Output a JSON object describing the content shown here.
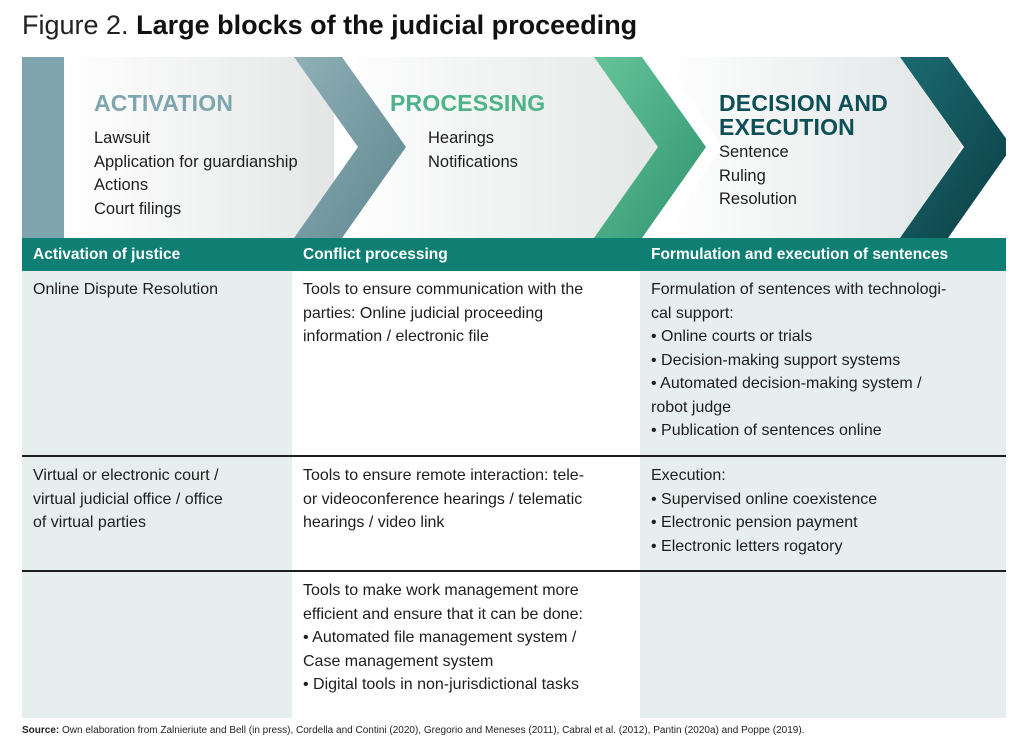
{
  "figure": {
    "number": "Figure 2.",
    "title": "Large blocks of the judicial proceeding"
  },
  "colors": {
    "activation": "#7ea5ad",
    "processing": "#4db38a",
    "decision": "#0d4f56",
    "header_bg": "#0f7f74",
    "cell_shade": "#e6efee"
  },
  "stages": [
    {
      "title": "ACTIVATION",
      "items": [
        "Lawsuit",
        "Application for guardianship",
        "Actions",
        "Court filings"
      ]
    },
    {
      "title": "PROCESSING",
      "items": [
        "Hearings",
        "Notifications"
      ]
    },
    {
      "title_lines": [
        "DECISION AND",
        "EXECUTION"
      ],
      "items": [
        "Sentence",
        "Ruling",
        "Resolution"
      ]
    }
  ],
  "table": {
    "headers": [
      "Activation of justice",
      "Conflict processing",
      "Formulation and execution of sentences"
    ],
    "rows": [
      [
        [
          "Online Dispute Resolution"
        ],
        [
          "Tools to ensure communication with the",
          "parties: Online judicial proceeding",
          "information / electronic file"
        ],
        [
          "Formulation of sentences with technologi-",
          "cal support:",
          "• Online courts or trials",
          "• Decision-making support systems",
          "• Automated decision-making system /",
          "robot judge",
          "• Publication of sentences online"
        ]
      ],
      [
        [
          "Virtual or electronic court /",
          "virtual judicial office / office",
          "of virtual parties"
        ],
        [
          "Tools to ensure remote interaction: tele-",
          "or videoconference hearings / telematic",
          "hearings / video link"
        ],
        [
          "Execution:",
          "• Supervised online coexistence",
          "• Electronic pension payment",
          "• Electronic letters rogatory"
        ]
      ],
      [
        [],
        [
          "Tools to make work management more",
          "efficient and ensure that it can be done:",
          "• Automated file management system /",
          "Case management system",
          "• Digital tools in non-jurisdictional tasks"
        ],
        []
      ]
    ]
  },
  "source": {
    "label": "Source:",
    "text": " Own elaboration from Zalnieriute and Bell (in press), Cordella and Contini (2020), Gregorio and Meneses (2011), Cabral et al. (2012), Pantin (2020a) and Poppe (2019)."
  }
}
